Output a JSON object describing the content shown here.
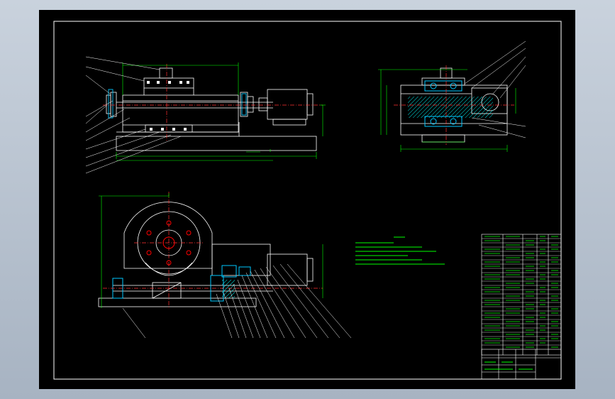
{
  "drawing": {
    "title": "",
    "colors": {
      "background": "#000000",
      "frame": "#ffffff",
      "outline": "#ffffff",
      "dimension": "#00ff00",
      "centerline": "#ff3030",
      "part": "#00c8ff",
      "hatch": "#00ffff",
      "leader": "#ffffff",
      "notes": "#00ff00",
      "hole": "#ff0000",
      "table_text": "#00ff00"
    },
    "icons": [
      "frame",
      "front-view",
      "side-view",
      "bottom-view",
      "parts-table",
      "title-block"
    ]
  }
}
